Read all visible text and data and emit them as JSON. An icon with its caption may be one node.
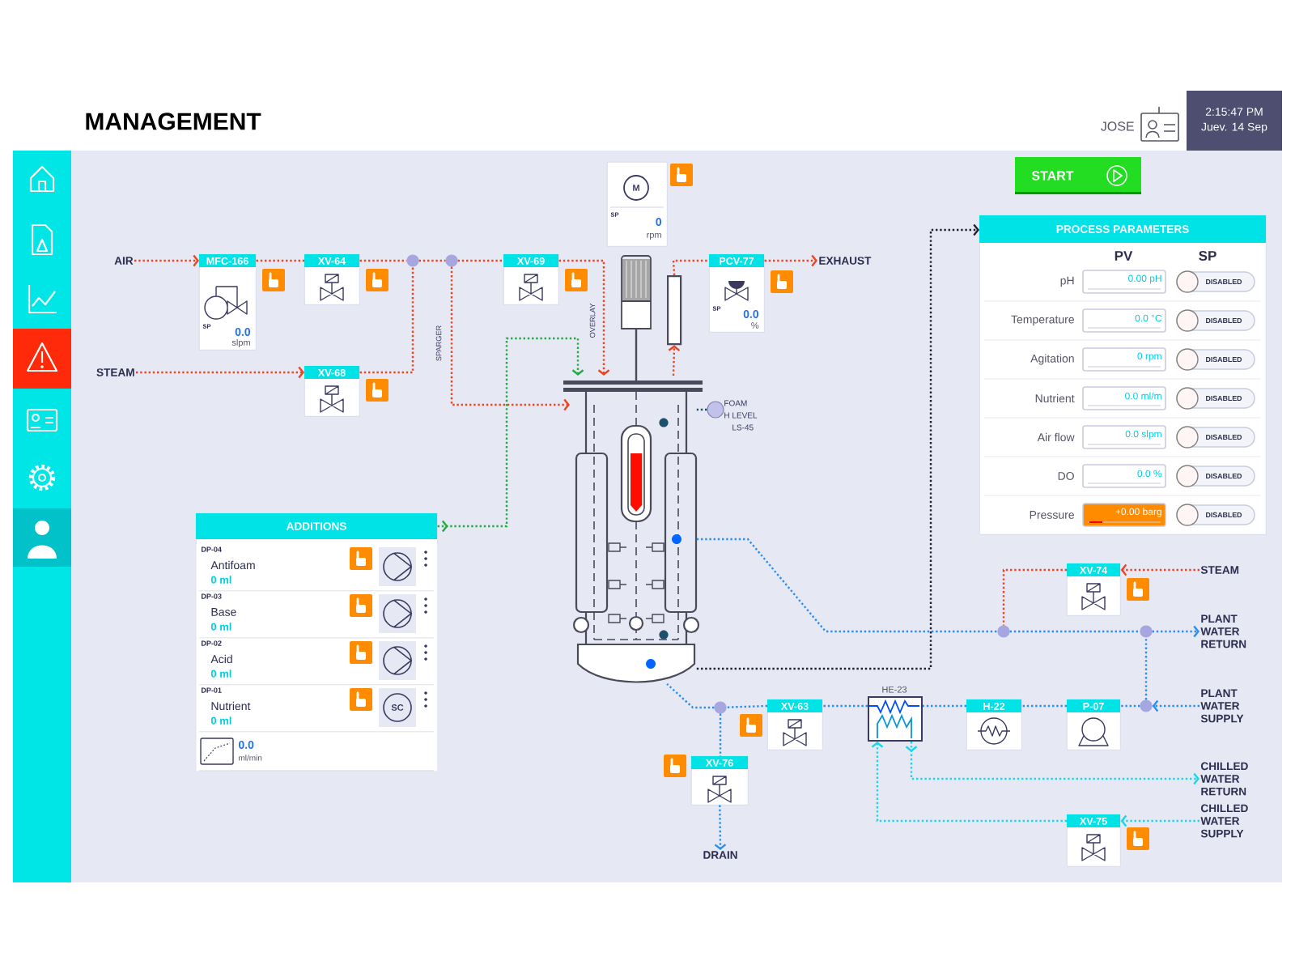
{
  "diagram": {
    "title": "MANAGEMENT",
    "nodes": [
      {
        "text": [
          "AIR"
        ]
      },
      {
        "text": [
          "STEAM"
        ]
      },
      {
        "text": [
          "MFC-166",
          "SP",
          "0.0",
          "slpm"
        ]
      },
      {
        "text": [
          "XV-64"
        ]
      },
      {
        "text": [
          "XV-68"
        ]
      },
      {
        "text": [],
        "shape": "circle"
      },
      {
        "text": [],
        "shape": "circle"
      },
      {
        "text": [
          "XV-69"
        ]
      },
      {
        "text": [
          "M",
          "SP",
          "0",
          "rpm"
        ]
      },
      {
        "text": [],
        "shape": "box"
      },
      {
        "text": [
          "PCV-77",
          "SP",
          "0.0",
          "%"
        ]
      },
      {
        "text": [
          "EXHAUST"
        ]
      },
      {
        "text": [],
        "shape": "picture"
      },
      {
        "text": [],
        "shape": "circle",
        "beside": [
          "FOAM",
          "H LEVEL",
          "LS-45"
        ]
      },
      {
        "text": [
          "ADDITIONS"
        ]
      },
      {
        "text": [
          "DP-04",
          "Antifoam",
          "0 ml"
        ],
        "in": 14
      },
      {
        "text": [
          "DP-03",
          "Base",
          "0 ml"
        ],
        "in": 14
      },
      {
        "text": [
          "DP-02",
          "Acid",
          "0 ml"
        ],
        "in": 14
      },
      {
        "text": [
          "DP-01",
          "Nutrient",
          "0 ml",
          "SC"
        ],
        "in": 14
      },
      {
        "text": [
          "0.0",
          "ml/min"
        ],
        "in": 14
      },
      {
        "text": [
          "PROCESS PARAMETERS"
        ]
      },
      {
        "text": [
          "XV-74"
        ]
      },
      {
        "text": [
          "STEAM"
        ]
      },
      {
        "text": [],
        "shape": "circle"
      },
      {
        "text": [],
        "shape": "circle"
      },
      {
        "text": [
          "PLANT WATER RETURN"
        ]
      },
      {
        "text": [
          "PLANT WATER SUPPLY"
        ]
      },
      {
        "text": [],
        "shape": "circle"
      },
      {
        "text": [],
        "shape": "circle"
      },
      {
        "text": [
          "XV-63"
        ]
      },
      {
        "text": [
          "HE-23"
        ]
      },
      {
        "text": [
          "H-22"
        ]
      },
      {
        "text": [
          "P-07"
        ]
      },
      {
        "text": [
          "XV-76"
        ]
      },
      {
        "text": [
          "DRAIN"
        ]
      },
      {
        "text": [
          "CHILLED WATER RETURN"
        ]
      },
      {
        "text": [
          "CHILLED WATER SUPPLY"
        ]
      },
      {
        "text": [
          "XV-75"
        ]
      }
    ],
    "edges": [
      {
        "from": 0,
        "to": 2,
        "arrow": "to",
        "color": "#ee4422"
      },
      {
        "from": 2,
        "to": 3,
        "arrow": "none",
        "color": "#ee4422"
      },
      {
        "from": 3,
        "to": 5,
        "arrow": "none",
        "color": "#ee4422"
      },
      {
        "from": 1,
        "to": 4,
        "arrow": "to",
        "color": "#ee4422"
      },
      {
        "from": 4,
        "to": 5,
        "arrow": "none",
        "color": "#ee4422"
      },
      {
        "from": 5,
        "to": 6,
        "arrow": "none",
        "color": "#ee4422"
      },
      {
        "from": 6,
        "to": 12,
        "arrow": "to",
        "label": "SPARGER",
        "color": "#ee4422"
      },
      {
        "from": 6,
        "to": 7,
        "arrow": "none",
        "color": "#ee4422"
      },
      {
        "from": 7,
        "to": 12,
        "arrow": "to",
        "label": "OVERLAY",
        "color": "#ee4422"
      },
      {
        "from": 12,
        "to": 9,
        "arrow": "to",
        "color": "#ee4422"
      },
      {
        "from": 9,
        "to": 10,
        "arrow": "none",
        "color": "#ee4422"
      },
      {
        "from": 10,
        "to": 11,
        "arrow": "to",
        "color": "#ee4422"
      },
      {
        "from": 14,
        "to": 12,
        "arrow": "to",
        "color": "#22aa44"
      },
      {
        "from": 13,
        "to": 12,
        "arrow": "none",
        "color": "#1d4f6e"
      },
      {
        "from": 12,
        "to": 20,
        "arrow": "to",
        "color": "#202030"
      },
      {
        "from": 12,
        "to": 23,
        "arrow": "none",
        "color": "#2b8ef0"
      },
      {
        "from": 22,
        "to": 21,
        "arrow": "to",
        "color": "#ee4422"
      },
      {
        "from": 21,
        "to": 23,
        "arrow": "none",
        "color": "#ee4422"
      },
      {
        "from": 23,
        "to": 24,
        "arrow": "none",
        "color": "#2b8ef0"
      },
      {
        "from": 24,
        "to": 25,
        "arrow": "to",
        "color": "#2b8ef0"
      },
      {
        "from": 26,
        "to": 27,
        "arrow": "to",
        "color": "#2b8ef0"
      },
      {
        "from": 27,
        "to": 24,
        "arrow": "none",
        "color": "#2b8ef0"
      },
      {
        "from": 27,
        "to": 32,
        "arrow": "none",
        "color": "#2b8ef0"
      },
      {
        "from": 32,
        "to": 31,
        "arrow": "none",
        "color": "#2b8ef0"
      },
      {
        "from": 31,
        "to": 30,
        "arrow": "none",
        "color": "#2b8ef0"
      },
      {
        "from": 30,
        "to": 29,
        "arrow": "none",
        "color": "#2b8ef0"
      },
      {
        "from": 29,
        "to": 28,
        "arrow": "none",
        "color": "#2b8ef0"
      },
      {
        "from": 28,
        "to": 12,
        "arrow": "none",
        "color": "#2b8ef0"
      },
      {
        "from": 28,
        "to": 33,
        "arrow": "none",
        "color": "#2b8ef0"
      },
      {
        "from": 33,
        "to": 34,
        "arrow": "to",
        "color": "#2b8ef0"
      },
      {
        "from": 30,
        "to": 35,
        "arrow": "to",
        "color": "#1ad6ec"
      },
      {
        "from": 36,
        "to": 37,
        "arrow": "to",
        "color": "#1ad6ec"
      },
      {
        "from": 37,
        "to": 30,
        "arrow": "to",
        "color": "#1ad6ec"
      }
    ],
    "labels": [
      "JOSE",
      "2:15:47 PM",
      "Juev. 14 Sep",
      "START",
      "PV",
      "SP",
      "pH",
      "0.00 pH",
      "DISABLED",
      "Temperature",
      "0.0 °C",
      "DISABLED",
      "Agitation",
      "0 rpm",
      "DISABLED",
      "Nutrient",
      "0.0 ml/m",
      "DISABLED",
      "Air flow",
      "0.0 slpm",
      "DISABLED",
      "DO",
      "0.0 %",
      "DISABLED",
      "Pressure",
      "+0.00 barg",
      "DISABLED"
    ]
  }
}
